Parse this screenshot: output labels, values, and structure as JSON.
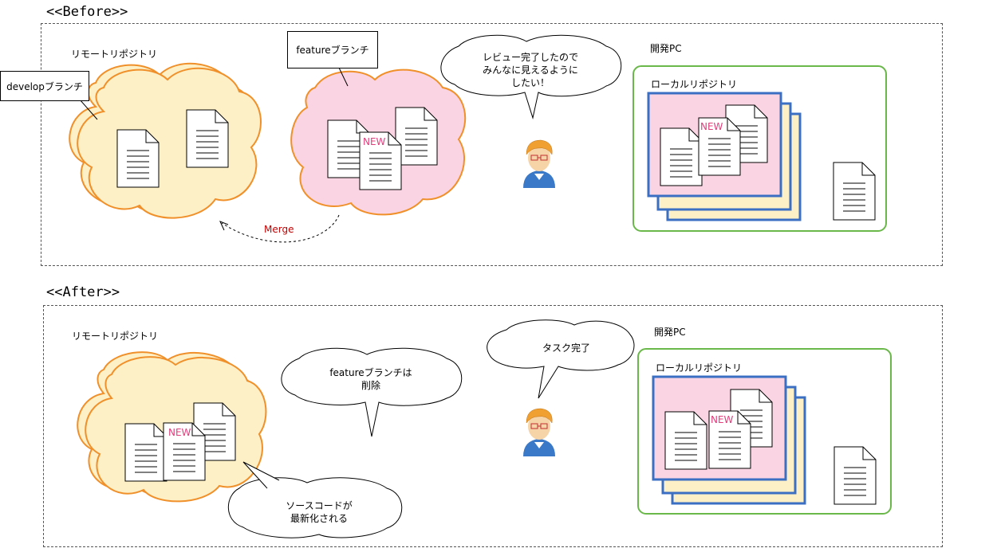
{
  "before": {
    "title": "<<Before>>",
    "remote_repo_label": "リモートリポジトリ",
    "develop_branch_label": "developブランチ",
    "feature_branch_label": "featureブランチ",
    "speech_line1": "レビュー完了したので",
    "speech_line2": "みんなに見えるように",
    "speech_line3": "したい！",
    "dev_pc_label": "開発PC",
    "local_repo_label": "ローカルリポジトリ",
    "merge_label": "Merge",
    "new_badge": "NEW"
  },
  "after": {
    "title": "<<After>>",
    "remote_repo_label": "リモートリポジトリ",
    "deleted_line1": "featureブランチは",
    "deleted_line2": "削除",
    "task_done": "タスク完了",
    "updated_line1": "ソースコードが",
    "updated_line2": "最新化される",
    "dev_pc_label": "開発PC",
    "local_repo_label": "ローカルリポジトリ",
    "new_badge": "NEW"
  },
  "colors": {
    "cloud_orange_fill": "#fdefc6",
    "cloud_orange_stroke": "#f0902a",
    "cloud_pink_fill": "#fad4e2",
    "local_green": "#6ab84a",
    "local_blue": "#3a6fc4",
    "new_text": "#e0407a",
    "merge_text": "#c00000"
  }
}
